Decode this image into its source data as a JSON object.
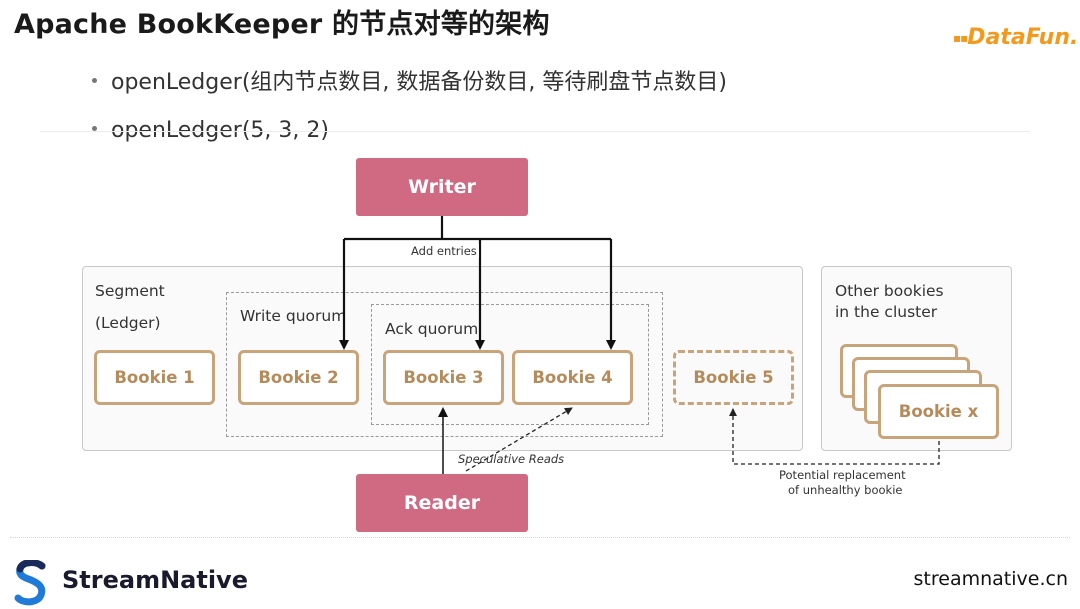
{
  "slide": {
    "title": "Apache BookKeeper 的节点对等的架构",
    "bullets": [
      "openLedger(组内节点数目, 数据备份数目, 等待刷盘节点数目)",
      "openLedger(5, 3, 2)"
    ]
  },
  "diagram": {
    "writer_label": "Writer",
    "reader_label": "Reader",
    "add_entries_label": "Add entries",
    "segment_label_line1": "Segment",
    "segment_label_line2": "(Ledger)",
    "write_quorum_label": "Write quorum",
    "ack_quorum_label": "Ack quorum",
    "bookies": [
      "Bookie 1",
      "Bookie 2",
      "Bookie 3",
      "Bookie 4",
      "Bookie 5"
    ],
    "other_label_line1": "Other bookies",
    "other_label_line2": "in the cluster",
    "bookie_x_label": "Bookie x",
    "speculative_reads_label": "Speculative Reads",
    "replacement_line1": "Potential  replacement",
    "replacement_line2": "of unhealthy bookie",
    "colors": {
      "writer_reader": "#d06a83",
      "bookie_border": "#c9a37a",
      "bookie_text": "#b58b5c"
    }
  },
  "branding": {
    "datafun_logo": "DataFun.",
    "streamnative_icon": "streamnative-logo-icon",
    "streamnative_name": "StreamNative",
    "url": "streamnative.cn"
  }
}
